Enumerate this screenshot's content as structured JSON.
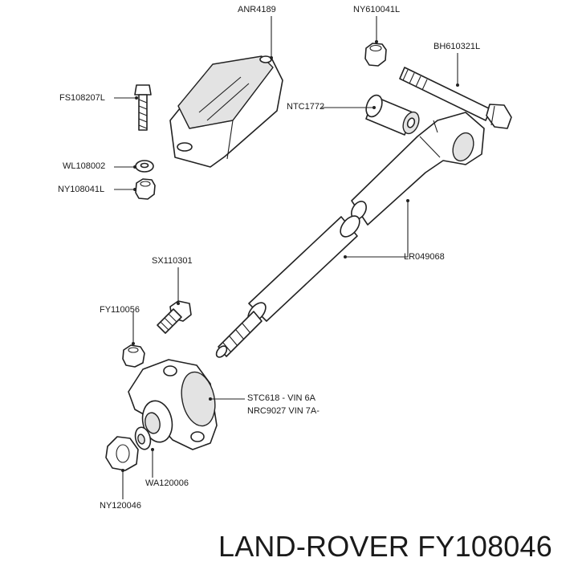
{
  "labels": {
    "anr4189": "ANR4189",
    "ny610041l": "NY610041L",
    "bh610321l": "BH610321L",
    "fs108207l": "FS108207L",
    "ntc1772": "NTC1772",
    "wl108002": "WL108002",
    "ny108041l": "NY108041L",
    "lr049068": "LR049068",
    "sx110301": "SX110301",
    "fy110056": "FY110056",
    "stc618": "STC618 - VIN 6A",
    "nrc9027": "NRC9027 VIN 7A-",
    "wa120006": "WA120006",
    "ny120046": "NY120046"
  },
  "footer": {
    "brand_part": "LAND-ROVER FY108046"
  }
}
